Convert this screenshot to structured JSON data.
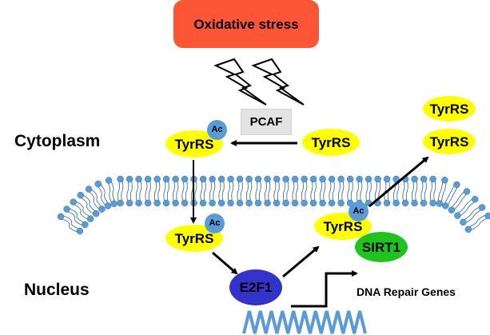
{
  "stress": {
    "label": "Oxidative stress",
    "color": "#fc5636"
  },
  "compartments": {
    "cytoplasm": "Cytoplasm",
    "nucleus": "Nucleus"
  },
  "enzymes": {
    "pcaf": "PCAF",
    "sirt1": "SIRT1",
    "e2f1": "E2F1"
  },
  "proteins": {
    "tyrrs_cyto_acetylated": "TyrRS",
    "tyrrs_cyto_plain": "TyrRS",
    "tyrrs_nuclear_acetylated": "TyrRS",
    "tyrrs_sirt1_bound": "TyrRS",
    "tyrrs_exported_1": "TyrRS",
    "tyrrs_exported_2": "TyrRS"
  },
  "modification": {
    "acetyl": "Ac"
  },
  "genes": {
    "label": "DNA Repair Genes"
  },
  "colors": {
    "tyrrs": "#ffff00",
    "acetyl": "#5b9bd5",
    "sirt1": "#1ec31e",
    "e2f1": "#3333cc",
    "membrane": "#5b9bd5",
    "dna": "#5b9bd5",
    "pcaf": "#e3e3e3"
  }
}
